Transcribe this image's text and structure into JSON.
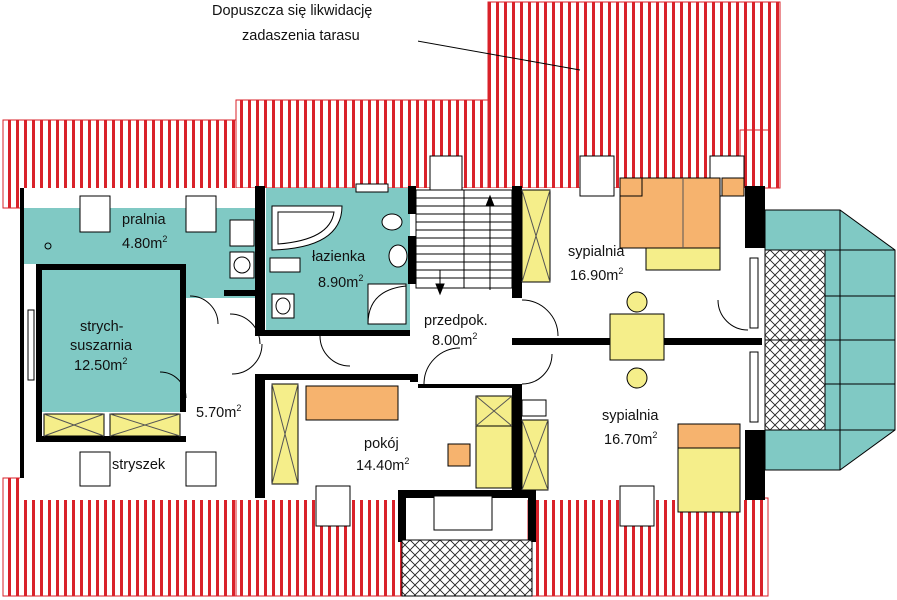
{
  "note": {
    "line1": "Dopuszcza się likwidację",
    "line2": "zadaszenia tarasu"
  },
  "unit_sup": "2",
  "rooms": {
    "pralnia": {
      "name": "pralnia",
      "area": "4.80m"
    },
    "lazienka": {
      "name": "łazienka",
      "area": "8.90m"
    },
    "sypialnia1": {
      "name": "sypialnia",
      "area": "16.90m"
    },
    "strych": {
      "name1": "strych-",
      "name2": "suszarnia",
      "area": "12.50m"
    },
    "przedpok": {
      "name": "przedpok.",
      "area": "8.00m"
    },
    "hall": {
      "area": "5.70m"
    },
    "pokoj": {
      "name": "pokój",
      "area": "14.40m"
    },
    "sypialnia2": {
      "name": "sypialnia",
      "area": "16.70m"
    },
    "stryszek": {
      "name": "stryszek"
    }
  },
  "colors": {
    "roof_stripe": "#d9222a",
    "teal": "#80c9c4",
    "furniture_yellow": "#f5ee8a",
    "furniture_orange": "#f6b36e",
    "wall": "#000000"
  }
}
